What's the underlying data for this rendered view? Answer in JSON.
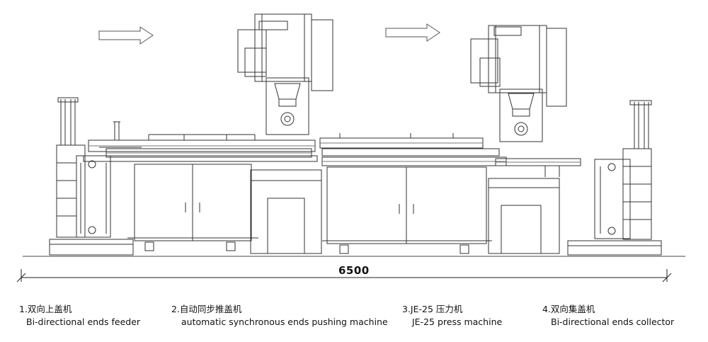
{
  "dimension": {
    "total_length": "6500"
  },
  "legend": [
    {
      "cn": "1.双向上盖机",
      "en": "Bi-directional ends feeder"
    },
    {
      "cn": "2.自动同步推盖机",
      "en": "automatic synchronous ends pushing machine"
    },
    {
      "cn": "3.JE-25 压力机",
      "en": "JE-25 press machine"
    },
    {
      "cn": "4.双向集盖机",
      "en": "Bi-directional ends collector"
    }
  ]
}
